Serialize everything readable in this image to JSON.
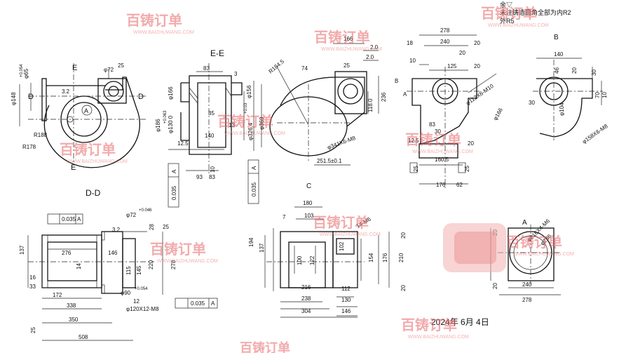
{
  "watermark": {
    "logo_text": "百铸订单",
    "url_text": "WWW.BAIZHUWANG.COM",
    "color": "#e8676a"
  },
  "header_note": {
    "line1": "余▽",
    "line2": "未注铸造圆角全部为内R2",
    "line3": "外R5"
  },
  "views": {
    "ee": "E-E",
    "dd": "D-D",
    "b": "B",
    "c": "C",
    "a": "A"
  },
  "markers": {
    "e_top": "E",
    "e_bottom": "E",
    "d_left": "D",
    "d_right": "D",
    "b_arrow": "B",
    "a_arrow": "A",
    "circle_a": "A"
  },
  "front_view": {
    "phi148": "φ148",
    "phi65": "φ65",
    "tol65": "+0.054",
    "phi72": "φ72",
    "r188": "R188",
    "r178": "R178",
    "d32": "3.2",
    "d25": "25"
  },
  "ee_view": {
    "d83": "83",
    "d3": "3",
    "phi166": "φ166",
    "phi156": "φ156",
    "phi186": "φ186",
    "phi130": "φ130 0",
    "tol130": "+0.063",
    "d35": "35",
    "d13": "13",
    "phi326": "φ326.4",
    "tol326": "+0.03",
    "phi369": "φ369",
    "d140": "140",
    "d12_5": "12.5",
    "d93": "93",
    "d83b": "83",
    "d10": "10",
    "gdt1_value": "0.035",
    "gdt1_datum": "A",
    "gdt2_value": "0.035",
    "gdt2_datum": "A"
  },
  "side_view": {
    "d166": "166",
    "d2_0a": "2.0",
    "d2_0b": "2.0",
    "r184": "R184.5",
    "d74": "74",
    "d25": "25",
    "d236": "236",
    "d118": "118.0",
    "phi341": "φ341X6-M8",
    "d251": "251.5±0.1"
  },
  "b_view": {
    "d278": "278",
    "d240": "240",
    "d18": "18",
    "d20a": "20",
    "d10": "10",
    "d20b": "20",
    "d125": "125",
    "d20c": "20",
    "phi112": "φ112X6-M10",
    "phi166": "φ166",
    "d83": "83",
    "d30": "30",
    "d12_5": "12.5",
    "d20d": "20",
    "d160": "160.5",
    "d176": "176",
    "d62": "62",
    "d25a": "25",
    "d25b": "25"
  },
  "b_right_view": {
    "d140": "140",
    "d46": "46",
    "d20": "20",
    "d30": "30",
    "d70": "70",
    "d10": "10",
    "phi104": "φ104",
    "phi158": "φ158X6-M8",
    "d30b": "30"
  },
  "dd_view": {
    "gdt_value": "0.035",
    "gdt_datum": "A",
    "phi72": "φ72",
    "tol72": "+0.046",
    "d28": "28",
    "d32": "3.2",
    "d25": "25",
    "d137": "137",
    "d276": "276",
    "d146": "146",
    "d14": "14",
    "d115": "115",
    "d145": "145",
    "d220": "220",
    "d278": "278",
    "d16": "16",
    "d33": "33",
    "d172": "172",
    "phi90": "φ90",
    "tol90": "+0.054",
    "d12": "12",
    "d338": "338",
    "d350": "350",
    "phi120": "φ120X12-M8",
    "gdt2_value": "0.035",
    "gdt2_datum": "A",
    "d25b": "25",
    "d508": "508"
  },
  "c_view": {
    "d180": "180",
    "d103": "103",
    "d7": "7",
    "d14m6": "14-M6",
    "d194": "194",
    "d137": "137",
    "d100": "100",
    "d122": "122",
    "d102": "102",
    "d154": "154",
    "d176": "176",
    "d210": "210",
    "d216": "216",
    "d238": "238",
    "d304": "304",
    "d112": "112",
    "d130": "130",
    "d146": "146",
    "d20": "20",
    "d20b": "20"
  },
  "a_view": {
    "phi216": "φ216X4-M6",
    "phi236": "φ236",
    "d20": "20",
    "d240": "240",
    "d278": "278",
    "d20b": "20"
  },
  "stamp": {
    "date_text": "2024年 6月 4日",
    "color": "#e04040"
  }
}
